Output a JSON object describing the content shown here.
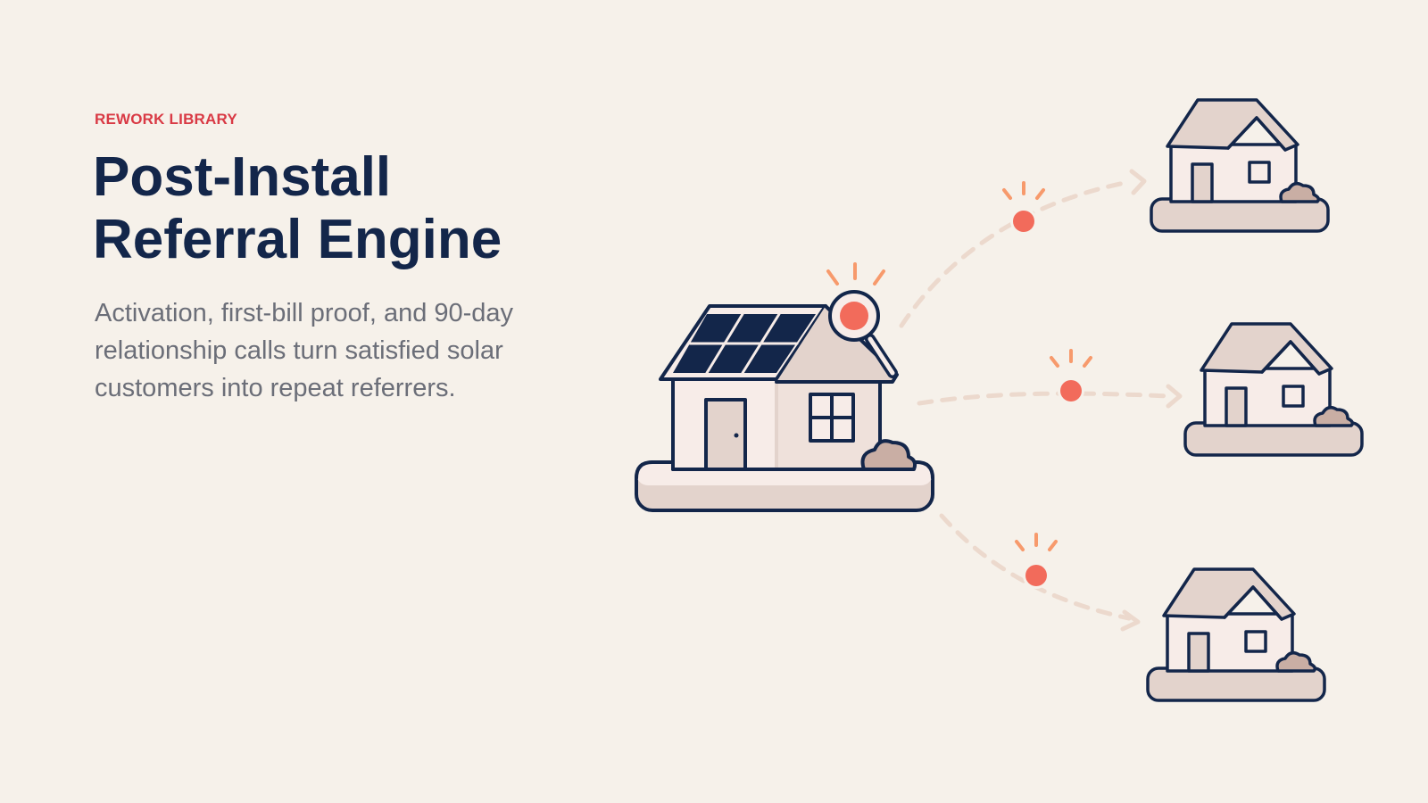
{
  "eyebrow": "REWORK LIBRARY",
  "title": {
    "line1": "Post-Install",
    "line2": "Referral Engine"
  },
  "subtitle": "Activation, first-bill proof, and 90-day relationship calls turn satisfied solar customers into repeat referrers.",
  "colors": {
    "background": "#f6f1ea",
    "eyebrow": "#d93a45",
    "title": "#13264a",
    "subtitle": "#6b6e78",
    "outline": "#13264a",
    "accent": "#f26b5b",
    "house_fill": "#f7ece8",
    "roof_fill": "#e3d3cc",
    "bush_fill": "#c9aea4",
    "panel_fill": "#0f2148",
    "path": "#ecd9cd"
  },
  "icons": [
    "solar-house-icon",
    "magnifier-icon",
    "signal-dot-icon",
    "house-icon",
    "arrow-icon"
  ]
}
